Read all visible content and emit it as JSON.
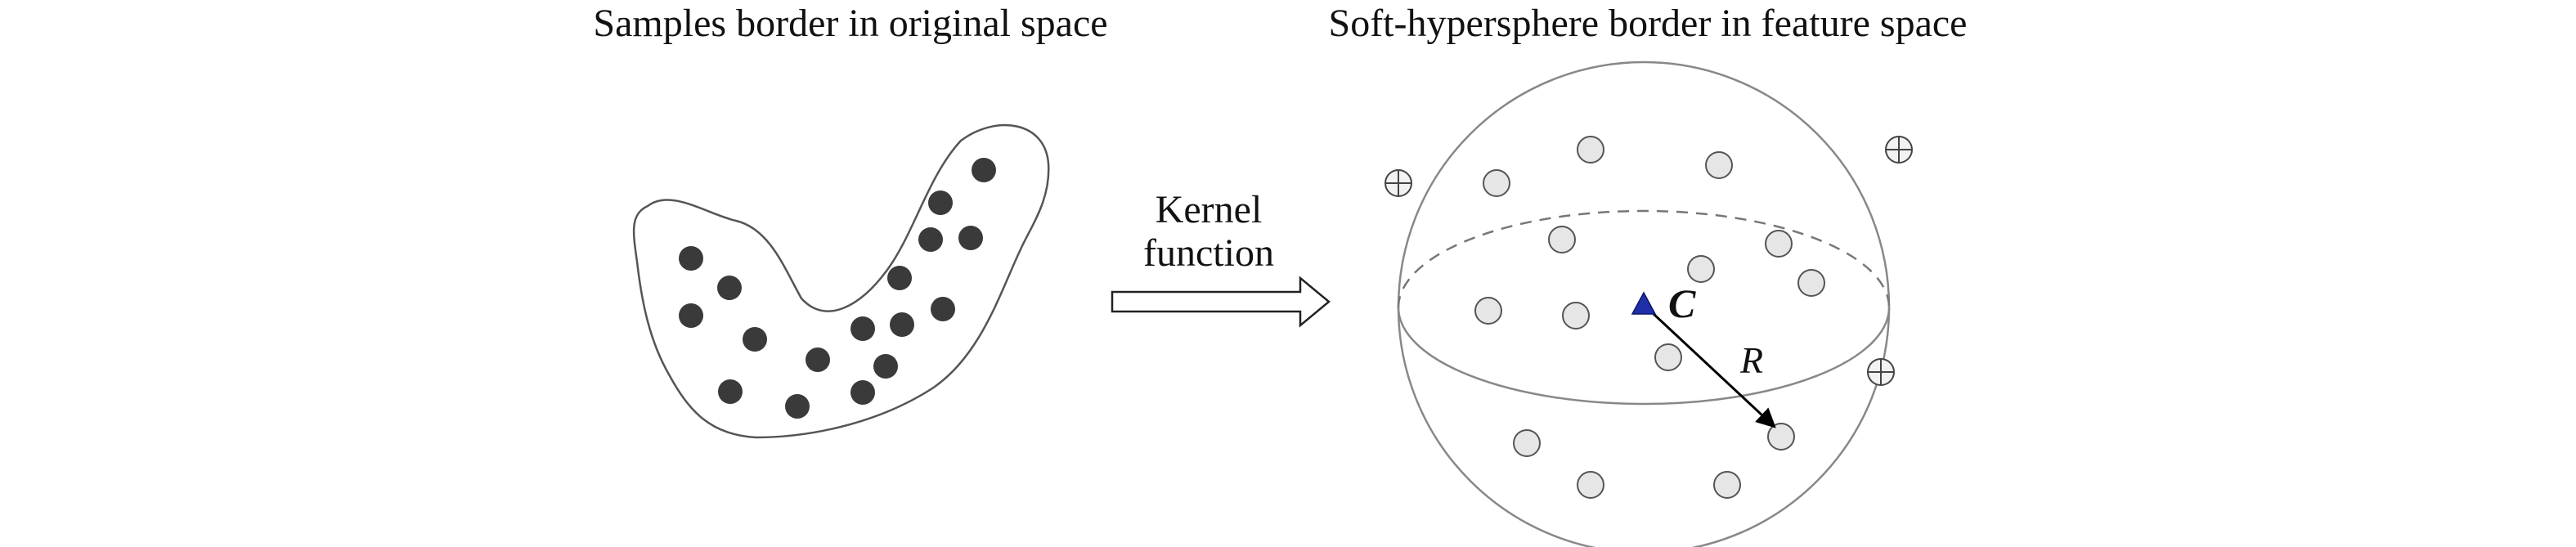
{
  "titles": {
    "left": "Samples border in original space",
    "right": "Soft-hypersphere border in feature space"
  },
  "arrow": {
    "line1": "Kernel",
    "line2": "function"
  },
  "labels": {
    "center": "C",
    "radius": "R"
  },
  "colors": {
    "sample_dot": "#3a3a3a",
    "mapped_dot": "#e6e6e6",
    "center_marker": "#1f2fa8",
    "outline": "#555555"
  },
  "icons": {
    "outlier": "circled-plus",
    "center": "triangle"
  }
}
